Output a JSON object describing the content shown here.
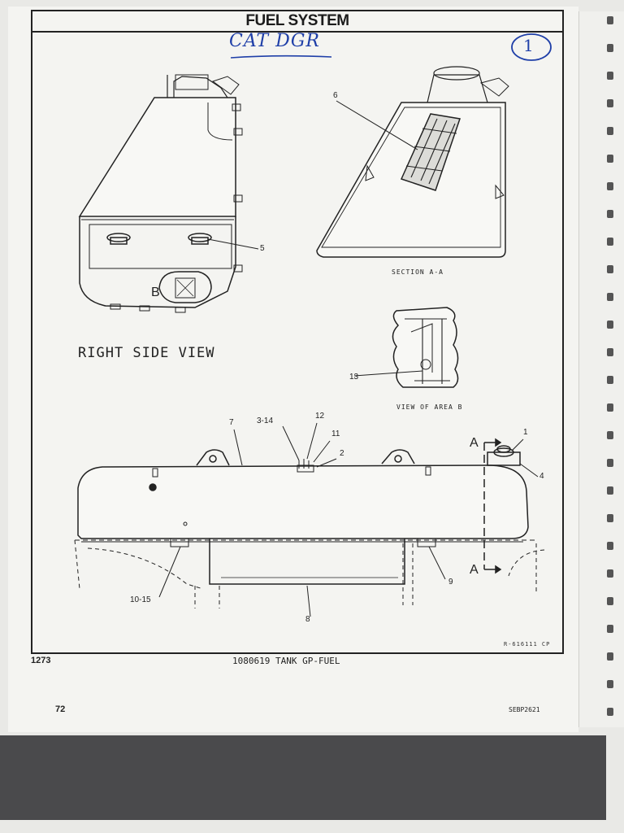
{
  "header": {
    "title": "FUEL SYSTEM"
  },
  "annotations": {
    "handwritten_note": "CAT DGR",
    "circled_number": "1"
  },
  "views": {
    "right_side_view": "RIGHT SIDE VIEW",
    "section_label": "SECTION A-A",
    "area_b_label": "VIEW OF AREA B",
    "area_marker": "B",
    "section_marker_top": "A",
    "section_marker_bottom": "A"
  },
  "callouts": {
    "c1": "1",
    "c2": "2",
    "c3_14": "3-14",
    "c4": "4",
    "c5": "5",
    "c6": "6",
    "c7": "7",
    "c8": "8",
    "c9": "9",
    "c10_15": "10-15",
    "c11": "11",
    "c12": "12",
    "c13": "13"
  },
  "drawing_ref": "R-616111 CP",
  "footer": {
    "left_number": "1273",
    "part_description": "1080619 TANK GP-FUEL",
    "page_number": "72",
    "doc_code": "SEBP2621"
  },
  "colors": {
    "ink": "#222222",
    "pen_blue": "#1f3fa8",
    "paper": "#f4f4f1"
  }
}
